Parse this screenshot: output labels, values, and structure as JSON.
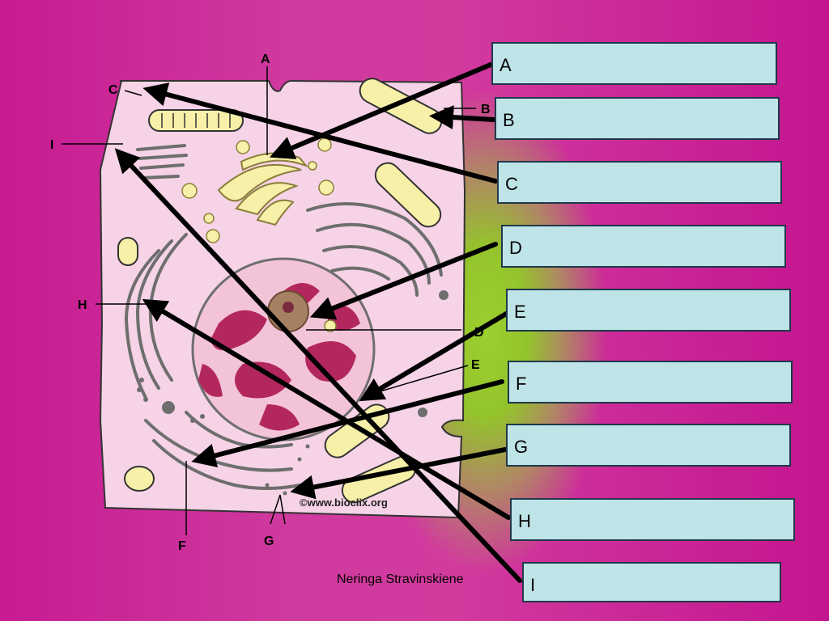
{
  "slide": {
    "background_colors": [
      "#c81a92",
      "#d23a9e",
      "#94c42c"
    ],
    "credit": "Neringa Stravinskiene"
  },
  "diagram": {
    "watermark": "©www.bioclix.org",
    "figure_labels": {
      "A": "A",
      "B": "B",
      "C": "C",
      "D": "D",
      "E": "E",
      "F": "F",
      "G": "G",
      "H": "H",
      "I": "I"
    },
    "colors": {
      "cytoplasm": "#f6d3e6",
      "nucleus": "#f3c4d8",
      "chromatin": "#b3275f",
      "nucleolus": "#a58062",
      "organelle_yellow": "#f6f0a8",
      "er": "#707070",
      "pointer": "#000000"
    }
  },
  "answer_boxes": [
    {
      "letter": "A"
    },
    {
      "letter": "B"
    },
    {
      "letter": "C"
    },
    {
      "letter": "D"
    },
    {
      "letter": "E"
    },
    {
      "letter": "F"
    },
    {
      "letter": "G"
    },
    {
      "letter": "H"
    },
    {
      "letter": "I"
    }
  ]
}
